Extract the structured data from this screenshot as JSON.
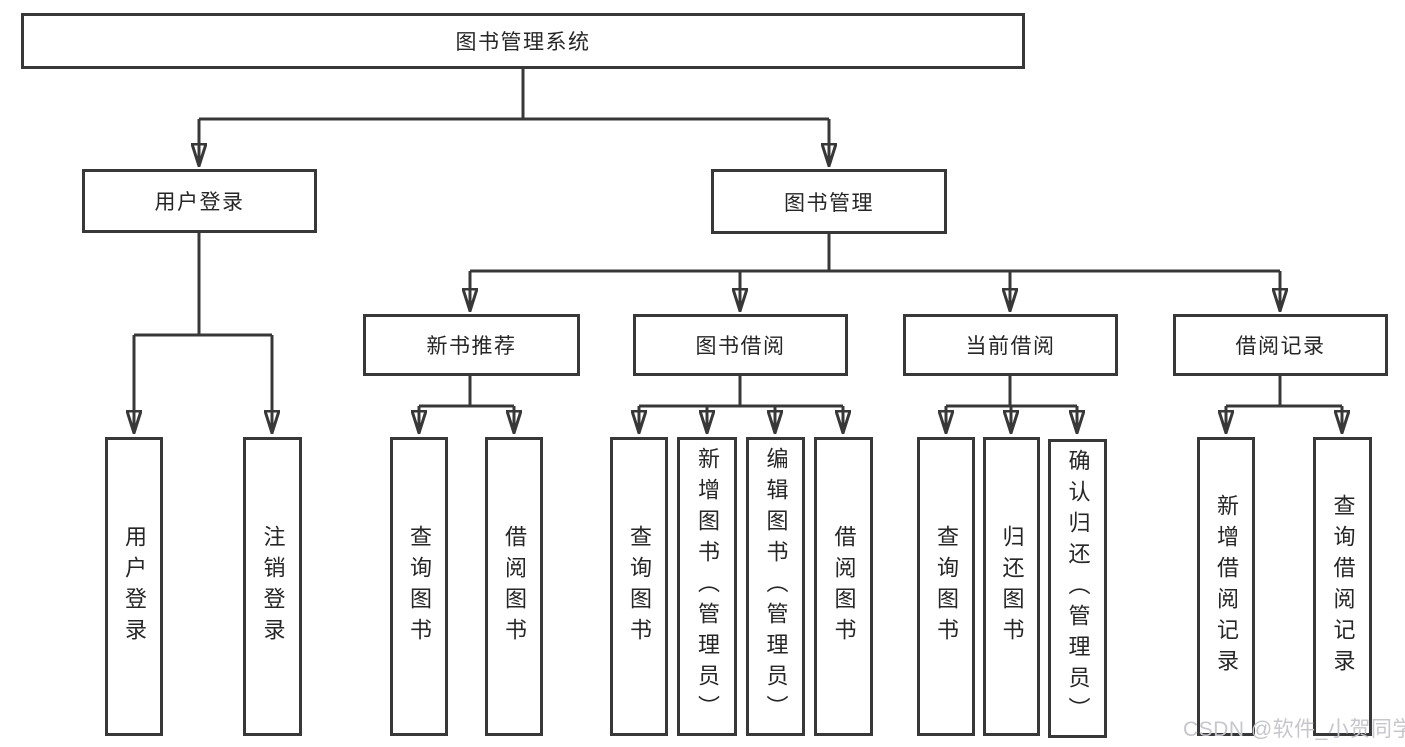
{
  "tree": {
    "root": {
      "label": "图书管理系统"
    },
    "branches": [
      {
        "label": "用户登录",
        "children": [
          {
            "label": "用户登录"
          },
          {
            "label": "注销登录"
          }
        ]
      },
      {
        "label": "图书管理",
        "children": [
          {
            "label": "新书推荐",
            "children": [
              {
                "label": "查询图书"
              },
              {
                "label": "借阅图书"
              }
            ]
          },
          {
            "label": "图书借阅",
            "children": [
              {
                "label": "查询图书"
              },
              {
                "label": "新增图书（管理员）"
              },
              {
                "label": "编辑图书（管理员）"
              },
              {
                "label": "借阅图书"
              }
            ]
          },
          {
            "label": "当前借阅",
            "children": [
              {
                "label": "查询图书"
              },
              {
                "label": "归还图书"
              },
              {
                "label": "确认归还（管理员）"
              }
            ]
          },
          {
            "label": "借阅记录",
            "children": [
              {
                "label": "新增借阅记录"
              },
              {
                "label": "查询借阅记录"
              }
            ]
          }
        ]
      }
    ]
  },
  "watermark": {
    "text": "CSDN @软件_小贺同学"
  },
  "colors": {
    "line": "#383838",
    "box_border": "#383838",
    "text": "#262626",
    "watermark": "#c5c7cd",
    "background": "#ffffff"
  }
}
